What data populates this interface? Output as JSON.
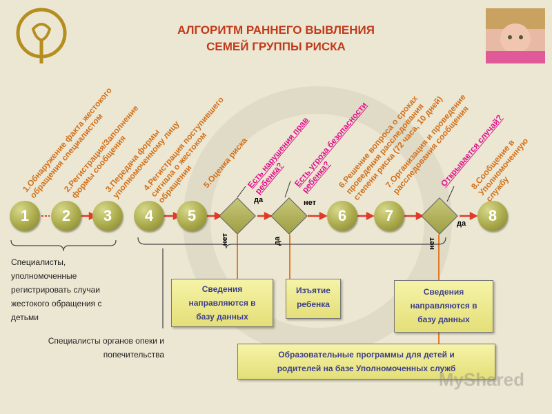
{
  "title_lines": [
    "АЛГОРИТМ РАННЕГО ВЫВЛЕНИЯ",
    "СЕМЕЙ ГРУППЫ РИСКА"
  ],
  "step_labels": [
    {
      "lines": [
        "1.Обнаружение факта жестокого",
        "обращения специалистом"
      ],
      "style": "orange"
    },
    {
      "lines": [
        "2.Регистрация/Заполнение",
        "формы сообщения"
      ],
      "style": "orange"
    },
    {
      "lines": [
        "3.Передача формы",
        "уполномоченному лицу"
      ],
      "style": "orange"
    },
    {
      "lines": [
        "4.Регистрация поступившего",
        "сигнала о жестоком",
        "обращении"
      ],
      "style": "orange"
    },
    {
      "lines": [
        "5.Оценка риска"
      ],
      "style": "orange"
    },
    {
      "lines": [
        "Есть нарушения прав",
        "ребенка?"
      ],
      "style": "pink"
    },
    {
      "lines": [
        "Есть угроза безопасности",
        "ребенка?"
      ],
      "style": "pink"
    },
    {
      "lines": [
        "6.Решение вопроса о сроках",
        "проведения расследования",
        "степени риска (72 часа, 10 дней)"
      ],
      "style": "orange"
    },
    {
      "lines": [
        "7.Организация и проведение",
        "расследования сообщения"
      ],
      "style": "orange"
    },
    {
      "lines": [
        "Открывается случай?"
      ],
      "style": "pink"
    },
    {
      "lines": [
        "8.Сообщение в",
        "Уполномоченную",
        "службу"
      ],
      "style": "orange"
    }
  ],
  "nodes": [
    "1",
    "2",
    "3",
    "4",
    "5",
    "6",
    "7",
    "8"
  ],
  "decisions": {
    "d1_yes": "да",
    "d1_no": "нет",
    "d2_yes": "да",
    "d2_no": "нет",
    "d3_yes": "да",
    "d3_no": "нет"
  },
  "boxes": {
    "db1": [
      "Сведения",
      "направляются в",
      "базу данных"
    ],
    "remove": [
      "Изъятие",
      "ребенка"
    ],
    "db2": [
      "Сведения",
      "направляются в",
      "базу данных"
    ],
    "programs": [
      "Образовательные программы для детей и",
      "родителей на базе Уполномоченных служб"
    ]
  },
  "notes": {
    "specialists": [
      "Специалисты,",
      "уполномоченные",
      "регистрировать случаи",
      "жестокого обращения с",
      "детьми"
    ],
    "guardianship": [
      "Специалисты органов опеки и",
      "попечительства"
    ]
  },
  "watermark": "MyShared",
  "colors": {
    "title": "#c0391a",
    "arrow": "#e03b2a",
    "label_orange": "#d2701a",
    "label_pink": "#e0118a",
    "box_text": "#3d3f8a"
  }
}
